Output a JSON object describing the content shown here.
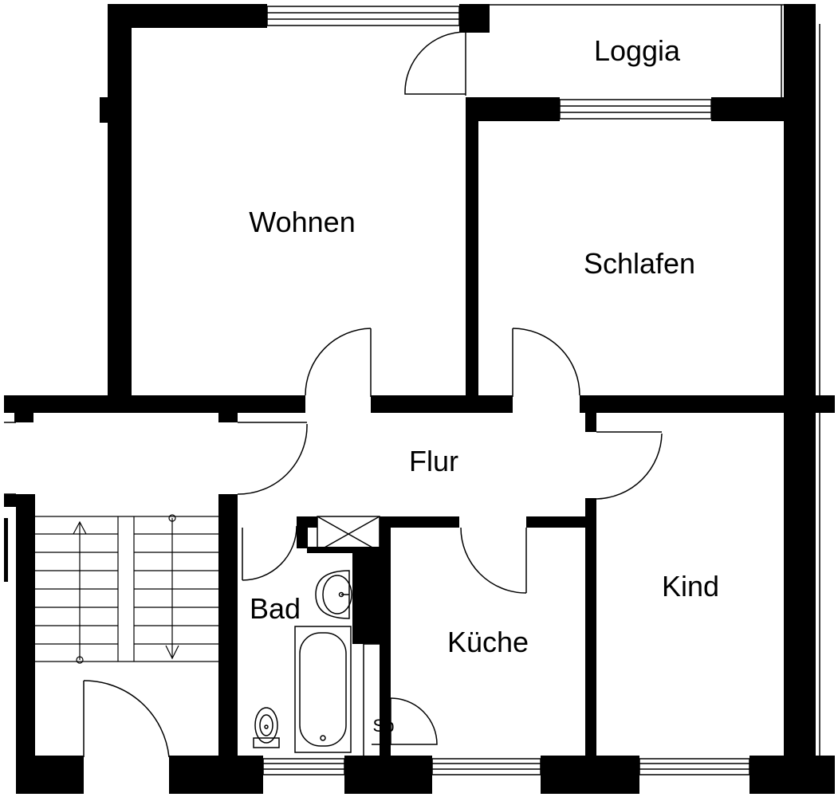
{
  "plan": {
    "rooms": {
      "loggia": "Loggia",
      "wohnen": "Wohnen",
      "schlafen": "Schlafen",
      "flur": "Flur",
      "kind": "Kind",
      "bad": "Bad",
      "kueche": "Küche",
      "speisekammer": "Sp"
    },
    "colors": {
      "wall": "#000000",
      "line": "#000000",
      "background": "#ffffff"
    },
    "icons": [
      "door-swing-icon",
      "window-icon",
      "stair-arrow-icon",
      "sink-icon",
      "bathtub-icon",
      "toilet-icon",
      "shower-icon"
    ]
  }
}
